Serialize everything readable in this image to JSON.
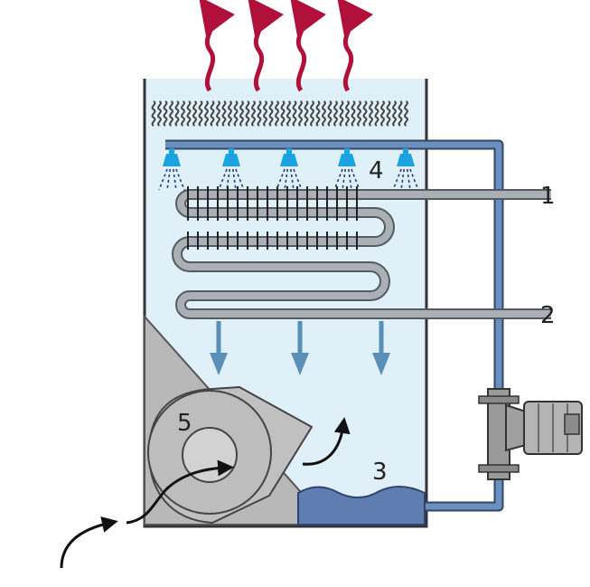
{
  "labels": {
    "coil_inlet": "1",
    "coil_outlet": "2",
    "water_basin": "3",
    "spray_nozzles": "4",
    "fan": "5"
  },
  "colors": {
    "tower_fill": "#dff0f8",
    "tower_wall": "#333333",
    "pipe": "#5f7fa6",
    "coil": "#9ea4aa",
    "nozzle": "#1ba3e0",
    "exhaust": "#b0103a",
    "arrow": "#5a8fb8",
    "water": "#5f7db0",
    "fan_housing": "#b8b8b8"
  },
  "icons": {
    "exhaust": "wavy-up-arrow-icon",
    "nozzle": "spray-nozzle-icon",
    "pump": "pump-motor-icon",
    "fan": "centrifugal-fan-icon"
  }
}
